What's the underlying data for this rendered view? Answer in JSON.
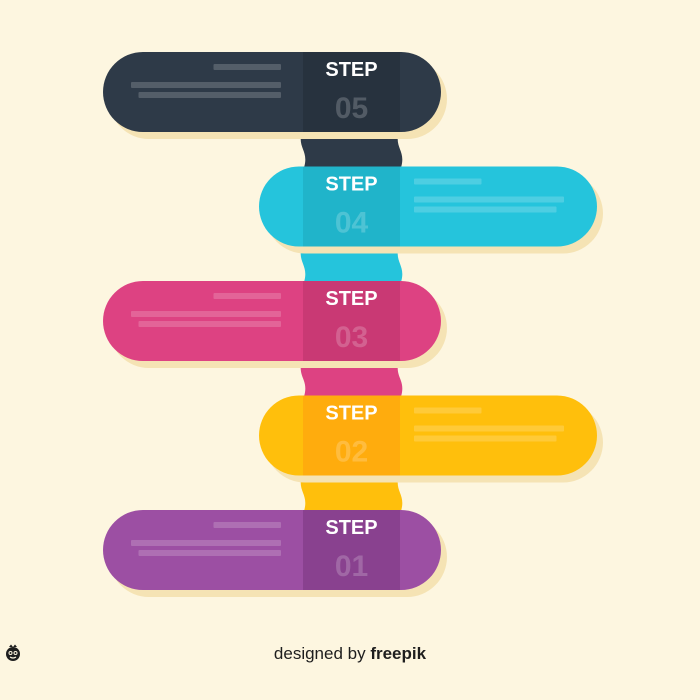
{
  "steps": [
    {
      "label": "STEP",
      "number": "05",
      "color": "#2e3a48",
      "dark": "#232c37",
      "side": "left"
    },
    {
      "label": "STEP",
      "number": "04",
      "color": "#25c4dc",
      "dark": "#1da7bc",
      "side": "right"
    },
    {
      "label": "STEP",
      "number": "03",
      "color": "#dd4282",
      "dark": "#b83369",
      "side": "left"
    },
    {
      "label": "STEP",
      "number": "02",
      "color": "#ffbf0c",
      "dark": "#ff9c0e",
      "side": "right"
    },
    {
      "label": "STEP",
      "number": "01",
      "color": "#9c4fa3",
      "dark": "#7a367f",
      "side": "left"
    }
  ],
  "credit": {
    "prefix": "designed by",
    "brand": "freepik"
  },
  "colors": {
    "background": "#fdf6e0",
    "shadow": "#f5e3b4"
  }
}
